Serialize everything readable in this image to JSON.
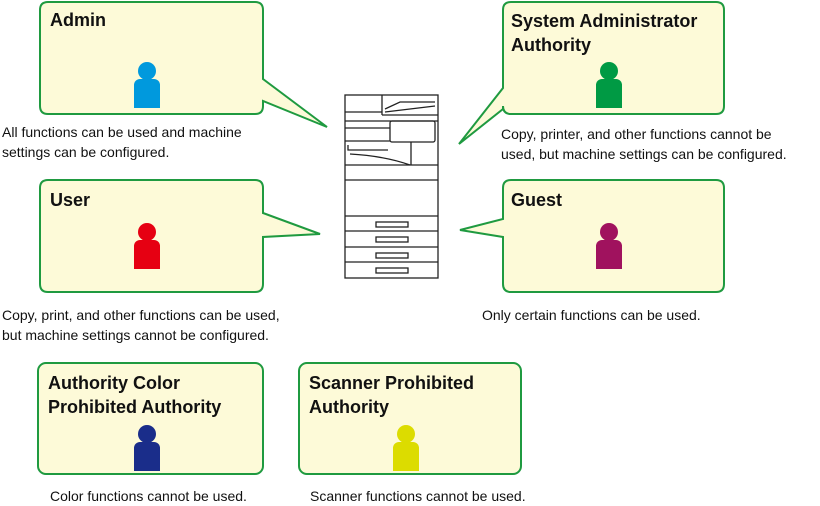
{
  "diagram": {
    "center": {
      "label": "multifunction-printer"
    },
    "roles": [
      {
        "id": "admin",
        "title": "Admin",
        "description": [
          "All functions can be used and machine",
          "settings can be configured."
        ],
        "color": "#0099dd"
      },
      {
        "id": "system-admin",
        "title": "System Administrator Authority",
        "title_lines": [
          "System Administrator",
          "Authority"
        ],
        "description": [
          "Copy, printer, and other functions cannot be",
          "used, but machine settings can be configured."
        ],
        "color": "#009a44"
      },
      {
        "id": "user",
        "title": "User",
        "description": [
          "Copy, print, and other functions can be used,",
          "but machine settings cannot be configured."
        ],
        "color": "#e60012"
      },
      {
        "id": "guest",
        "title": "Guest",
        "description": [
          "Only certain functions can be used."
        ],
        "color": "#a0125e"
      },
      {
        "id": "color-prohibited",
        "title": "Authority Color Prohibited Authority",
        "title_lines": [
          "Authority Color",
          "Prohibited Authority"
        ],
        "description": [
          "Color functions cannot be used."
        ],
        "color": "#1a2d8a"
      },
      {
        "id": "scanner-prohibited",
        "title": "Scanner Prohibited Authority",
        "title_lines": [
          "Scanner Prohibited",
          "Authority"
        ],
        "description": [
          "Scanner functions cannot be used."
        ],
        "color": "#dcdc00"
      }
    ],
    "bubble_fill": "#fdfad8",
    "bubble_stroke": "#1f9a40"
  }
}
